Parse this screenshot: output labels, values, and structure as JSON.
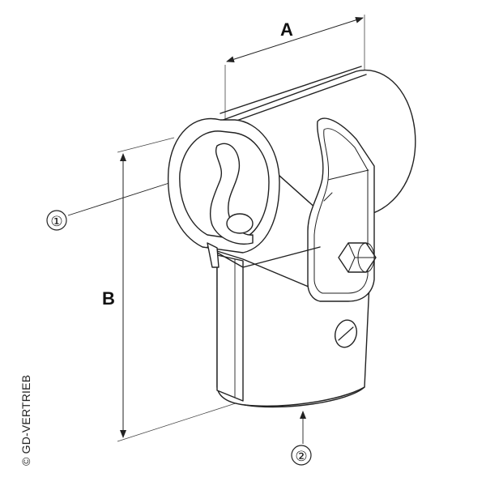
{
  "dimensions": {
    "a_label": "A",
    "b_label": "B"
  },
  "callouts": {
    "one": "①",
    "two": "②"
  },
  "copyright": "© GD-VERTRIEB",
  "colors": {
    "line": "#222222",
    "fill": "#ffffff"
  }
}
